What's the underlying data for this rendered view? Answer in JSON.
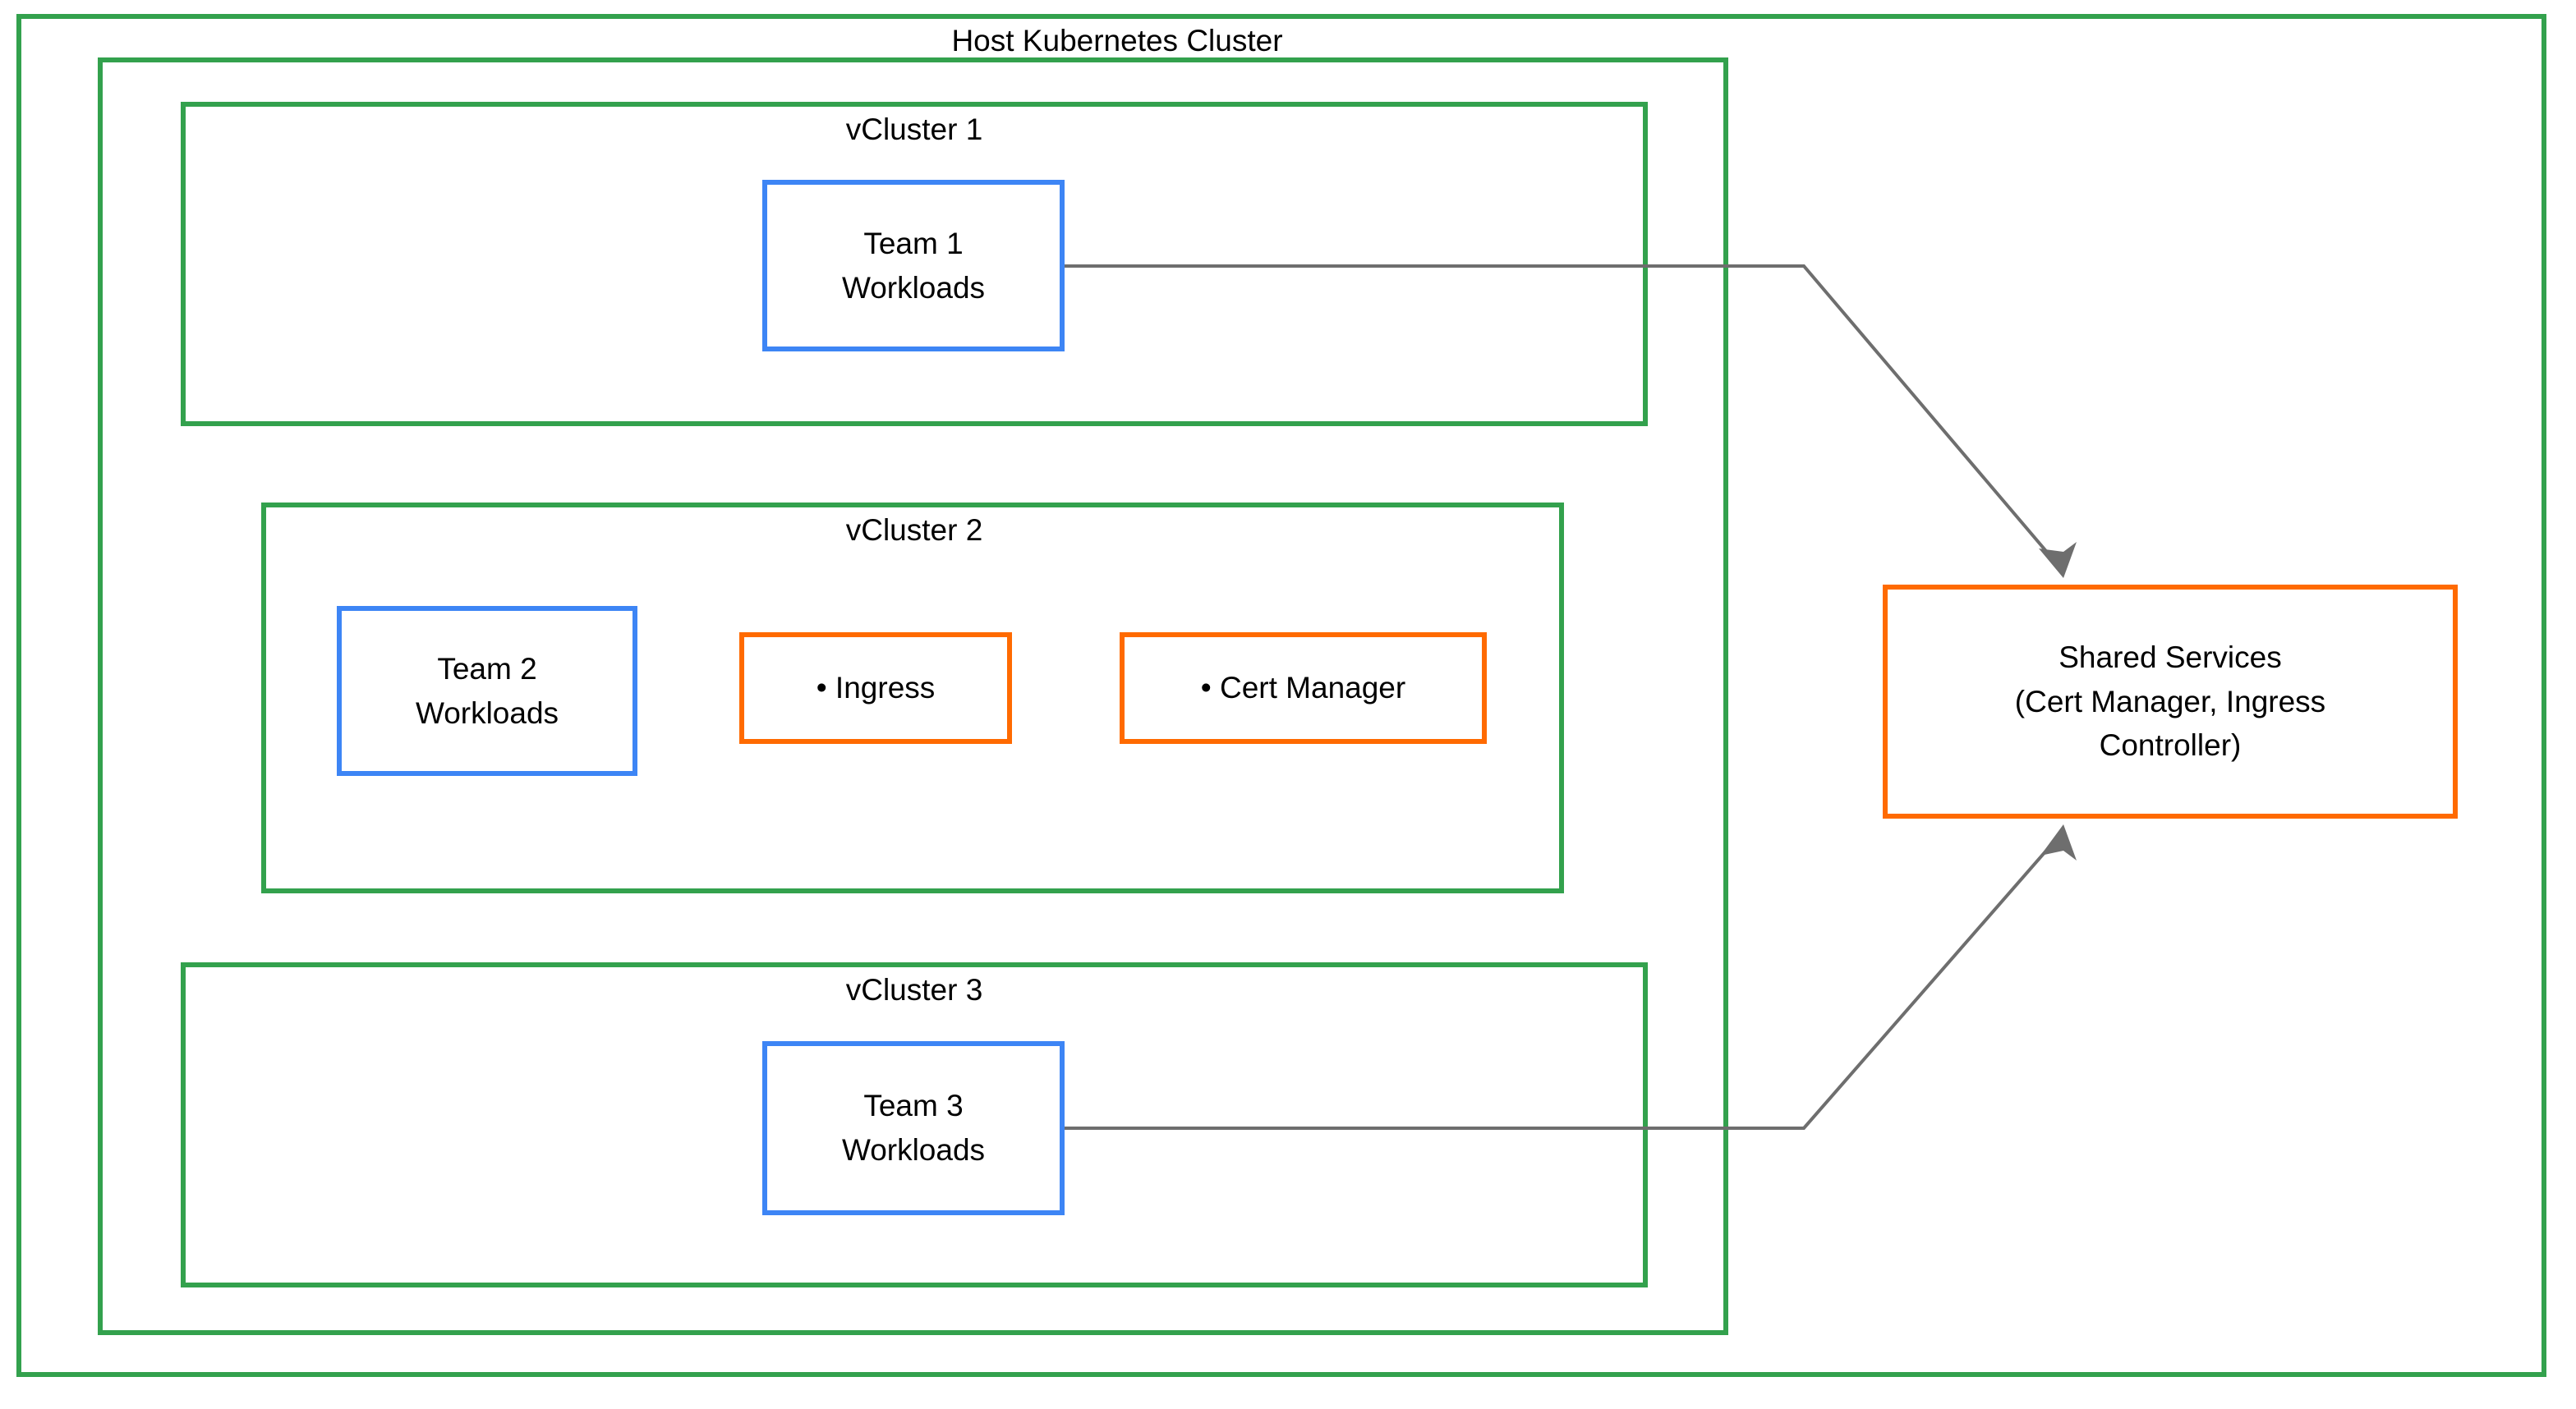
{
  "diagram": {
    "title": "Host Kubernetes Cluster",
    "type": "architecture-diagram",
    "colors": {
      "cluster_border": "#33A14D",
      "workload_border": "#3D85F5",
      "service_border": "#FF6A00",
      "connector": "#6E6E6E",
      "background": "#FFFFFF",
      "text": "#000000"
    },
    "host": {
      "label": "Host Kubernetes Cluster"
    },
    "vclusters": [
      {
        "label": "vCluster 1",
        "nodes": [
          {
            "label": "Team 1\nWorkloads",
            "kind": "workload"
          }
        ]
      },
      {
        "label": "vCluster 2",
        "nodes": [
          {
            "label": "Team 2\nWorkloads",
            "kind": "workload"
          },
          {
            "label": "• Ingress",
            "kind": "service"
          },
          {
            "label": "• Cert Manager",
            "kind": "service"
          }
        ]
      },
      {
        "label": "vCluster 3",
        "nodes": [
          {
            "label": "Team 3\nWorkloads",
            "kind": "workload"
          }
        ]
      }
    ],
    "shared_services": {
      "label": "Shared Services\n(Cert Manager, Ingress\nController)"
    },
    "connections": [
      {
        "from": "Team 1 Workloads",
        "to": "Shared Services",
        "arrow": "end"
      },
      {
        "from": "Team 3 Workloads",
        "to": "Shared Services",
        "arrow": "end"
      }
    ]
  }
}
